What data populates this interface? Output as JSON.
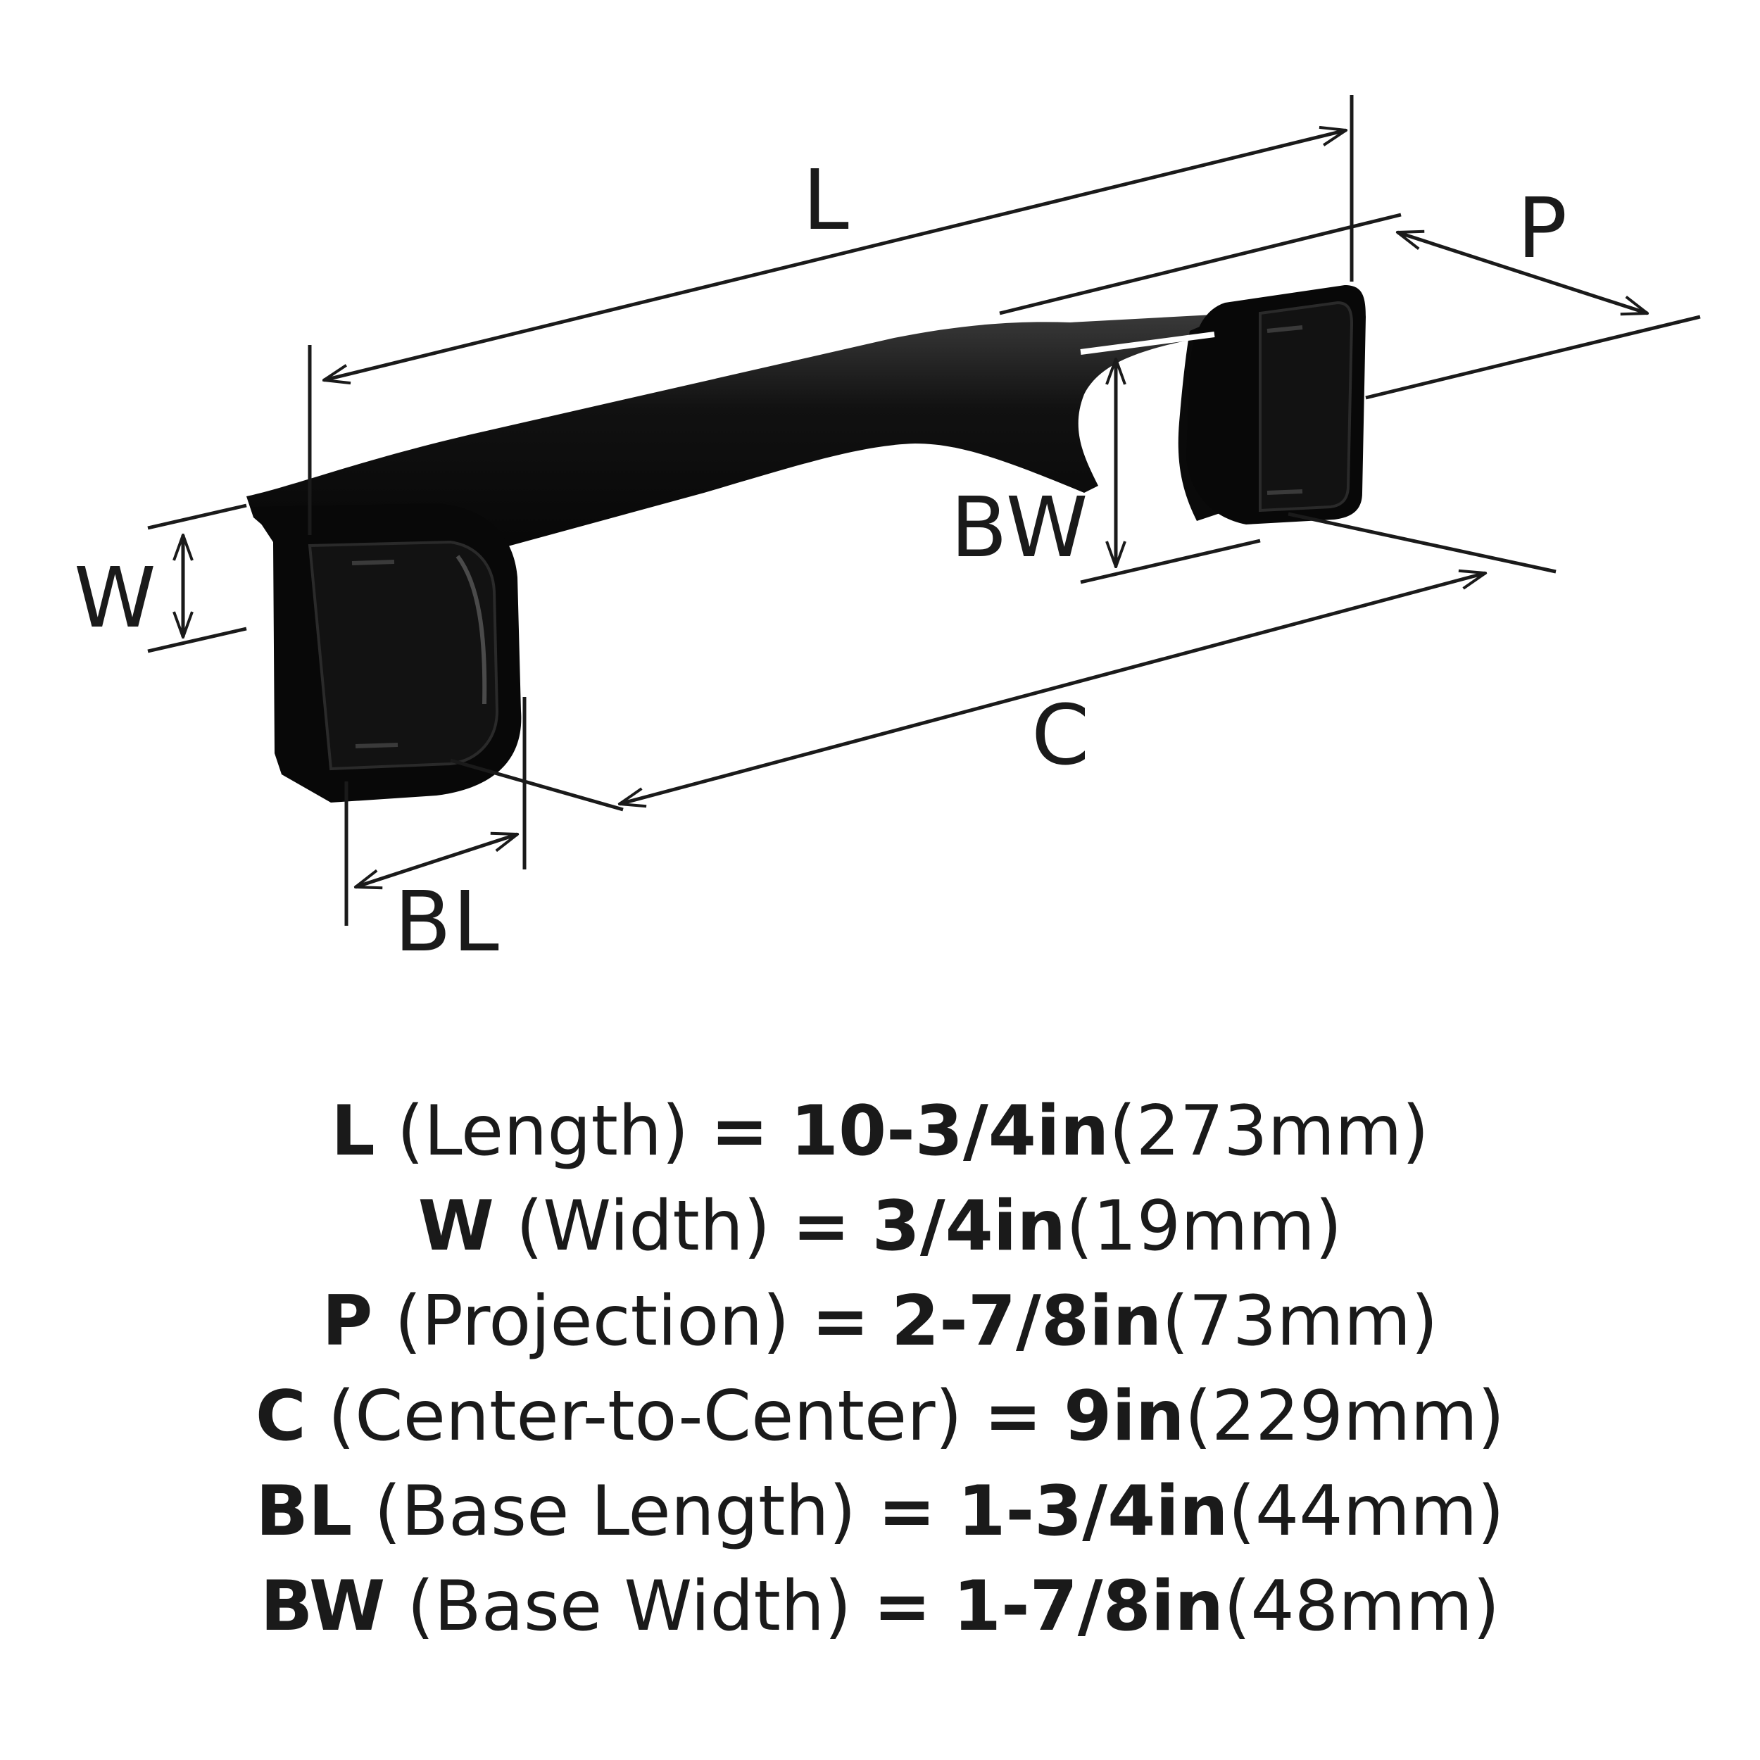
{
  "colors": {
    "ink": "#1a1a1a",
    "handle": "#0b0b0b",
    "handle_highlight": "#3a3a3a",
    "background": "#ffffff"
  },
  "dimension_labels": {
    "L": "L",
    "P": "P",
    "W": "W",
    "BW": "BW",
    "C": "C",
    "BL": "BL"
  },
  "specs": [
    {
      "code": "L",
      "name": "(Length)",
      "eq": "=",
      "imperial": "10-3/4in",
      "metric": "(273mm)"
    },
    {
      "code": "W",
      "name": "(Width)",
      "eq": "=",
      "imperial": "3/4in",
      "metric": "(19mm)"
    },
    {
      "code": "P",
      "name": "(Projection)",
      "eq": "=",
      "imperial": "2-7/8in",
      "metric": "(73mm)"
    },
    {
      "code": "C",
      "name": "(Center-to-Center)",
      "eq": "=",
      "imperial": "9in",
      "metric": "(229mm)"
    },
    {
      "code": "BL",
      "name": "(Base Length)",
      "eq": "=",
      "imperial": "1-3/4in",
      "metric": "(44mm)"
    },
    {
      "code": "BW",
      "name": "(Base Width)",
      "eq": "=",
      "imperial": "1-7/8in",
      "metric": "(48mm)"
    }
  ]
}
